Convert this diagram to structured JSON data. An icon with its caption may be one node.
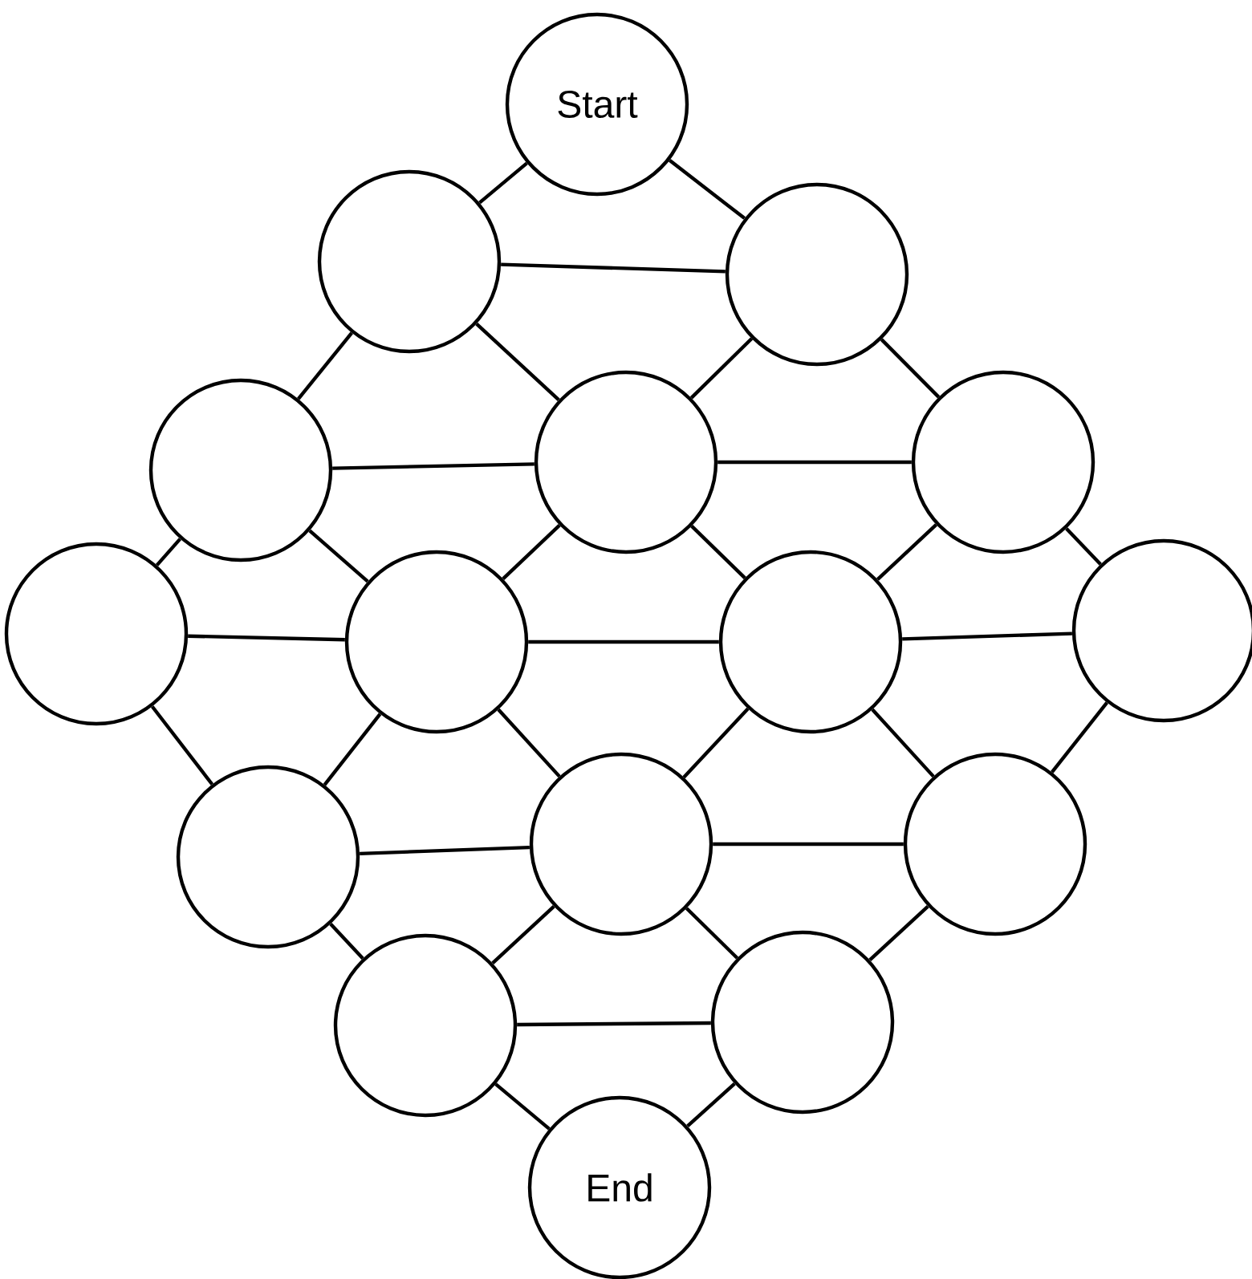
{
  "diagram": {
    "nodes": [
      {
        "text": [
          "Start"
        ]
      },
      {
        "text": [],
        "shape": "circle"
      },
      {
        "text": [],
        "shape": "circle"
      },
      {
        "text": [],
        "shape": "circle"
      },
      {
        "text": [],
        "shape": "circle"
      },
      {
        "text": [],
        "shape": "circle"
      },
      {
        "text": [],
        "shape": "circle"
      },
      {
        "text": [],
        "shape": "circle"
      },
      {
        "text": [],
        "shape": "circle"
      },
      {
        "text": [],
        "shape": "circle"
      },
      {
        "text": [],
        "shape": "circle"
      },
      {
        "text": [],
        "shape": "circle"
      },
      {
        "text": [],
        "shape": "circle"
      },
      {
        "text": [],
        "shape": "circle"
      },
      {
        "text": [],
        "shape": "circle"
      },
      {
        "text": [
          "End"
        ]
      }
    ],
    "edges": [
      {
        "from": 0,
        "to": 1,
        "arrow": "none"
      },
      {
        "from": 0,
        "to": 2,
        "arrow": "none"
      },
      {
        "from": 1,
        "to": 2,
        "arrow": "none"
      },
      {
        "from": 1,
        "to": 3,
        "arrow": "none"
      },
      {
        "from": 1,
        "to": 4,
        "arrow": "none"
      },
      {
        "from": 2,
        "to": 4,
        "arrow": "none"
      },
      {
        "from": 2,
        "to": 5,
        "arrow": "none"
      },
      {
        "from": 3,
        "to": 4,
        "arrow": "none"
      },
      {
        "from": 4,
        "to": 5,
        "arrow": "none"
      },
      {
        "from": 3,
        "to": 6,
        "arrow": "none"
      },
      {
        "from": 3,
        "to": 7,
        "arrow": "none"
      },
      {
        "from": 4,
        "to": 7,
        "arrow": "none"
      },
      {
        "from": 4,
        "to": 8,
        "arrow": "none"
      },
      {
        "from": 5,
        "to": 8,
        "arrow": "none"
      },
      {
        "from": 5,
        "to": 9,
        "arrow": "none"
      },
      {
        "from": 6,
        "to": 7,
        "arrow": "none"
      },
      {
        "from": 7,
        "to": 8,
        "arrow": "none"
      },
      {
        "from": 8,
        "to": 9,
        "arrow": "none"
      },
      {
        "from": 6,
        "to": 10,
        "arrow": "none"
      },
      {
        "from": 7,
        "to": 10,
        "arrow": "none"
      },
      {
        "from": 7,
        "to": 11,
        "arrow": "none"
      },
      {
        "from": 8,
        "to": 11,
        "arrow": "none"
      },
      {
        "from": 8,
        "to": 12,
        "arrow": "none"
      },
      {
        "from": 9,
        "to": 12,
        "arrow": "none"
      },
      {
        "from": 10,
        "to": 11,
        "arrow": "none"
      },
      {
        "from": 11,
        "to": 12,
        "arrow": "none"
      },
      {
        "from": 10,
        "to": 13,
        "arrow": "none"
      },
      {
        "from": 11,
        "to": 13,
        "arrow": "none"
      },
      {
        "from": 11,
        "to": 14,
        "arrow": "none"
      },
      {
        "from": 12,
        "to": 14,
        "arrow": "none"
      },
      {
        "from": 13,
        "to": 14,
        "arrow": "none"
      },
      {
        "from": 13,
        "to": 15,
        "arrow": "none"
      },
      {
        "from": 14,
        "to": 15,
        "arrow": "none"
      }
    ]
  }
}
